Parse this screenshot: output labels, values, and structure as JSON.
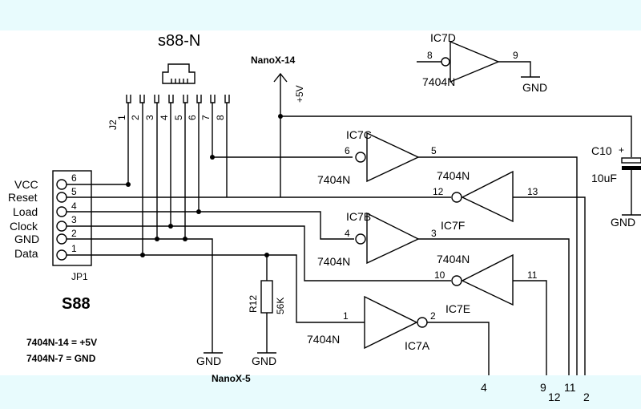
{
  "title_top": "s88-N",
  "title_bottom": "S88",
  "supply_label": "NanoX-14",
  "ground_label": "NanoX-5",
  "plus5v": "+5V",
  "gnd": "GND",
  "connector": {
    "ref": "J2",
    "pins": [
      "1",
      "2",
      "3",
      "4",
      "5",
      "6",
      "7",
      "8"
    ]
  },
  "jp1": {
    "ref": "JP1",
    "signals": [
      "VCC",
      "Reset",
      "Load",
      "Clock",
      "GND",
      "Data"
    ],
    "pins": [
      "6",
      "5",
      "4",
      "3",
      "2",
      "1"
    ]
  },
  "resistor": {
    "ref": "R12",
    "value": "56K"
  },
  "capacitor": {
    "ref": "C10",
    "plus": "+",
    "value": "10uF"
  },
  "gates": [
    {
      "name": "IC7D",
      "type": "7404N",
      "in": "8",
      "out": "9"
    },
    {
      "name": "IC7C",
      "type": "7404N",
      "in": "6",
      "out": "5"
    },
    {
      "name": "IC7F",
      "type": "7404N",
      "in": "12",
      "out": "13"
    },
    {
      "name": "IC7B",
      "type": "7404N",
      "in": "4",
      "out": "3"
    },
    {
      "name": "IC7E",
      "type": "7404N",
      "in": "10",
      "out": "11"
    },
    {
      "name": "IC7A",
      "type": "7404N",
      "in": "1",
      "out": "2"
    }
  ],
  "notes": [
    "7404N-14 = +5V",
    "7404N-7 = GND"
  ],
  "terminals": [
    "4",
    "9",
    "12",
    "11",
    "2"
  ]
}
